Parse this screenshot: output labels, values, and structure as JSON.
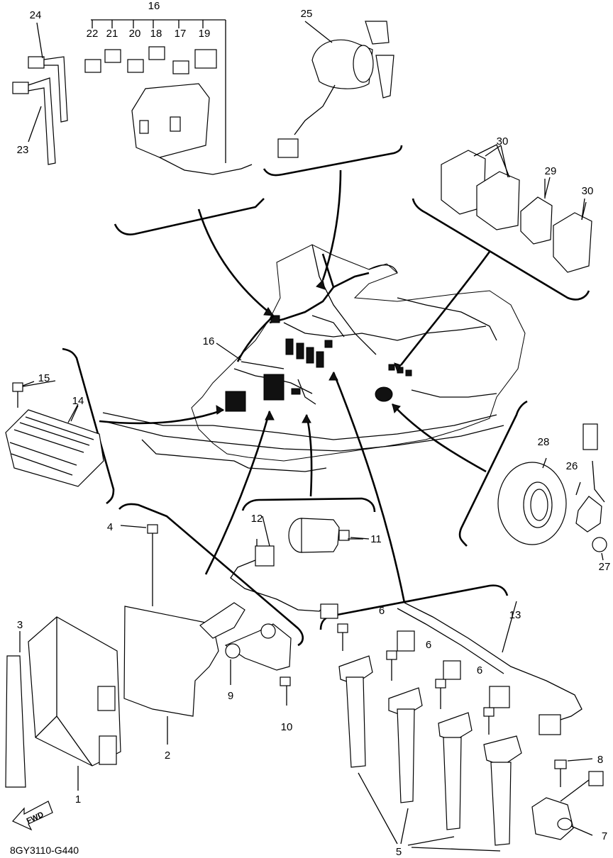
{
  "diagram": {
    "code": "8GY3110-G440",
    "fwd_label": "FWD",
    "callouts": {
      "c1": "1",
      "c2": "2",
      "c3": "3",
      "c4": "4",
      "c5": "5",
      "c6": "6",
      "c7": "7",
      "c8": "8",
      "c9": "9",
      "c10": "10",
      "c11": "11",
      "c12": "12",
      "c13": "13",
      "c14": "14",
      "c15": "15",
      "c16": "16",
      "c17": "17",
      "c18": "18",
      "c19": "19",
      "c20": "20",
      "c21": "21",
      "c22": "22",
      "c23": "23",
      "c24": "24",
      "c25": "25",
      "c26": "26",
      "c27": "27",
      "c28": "28",
      "c29": "29",
      "c30": "30"
    }
  }
}
